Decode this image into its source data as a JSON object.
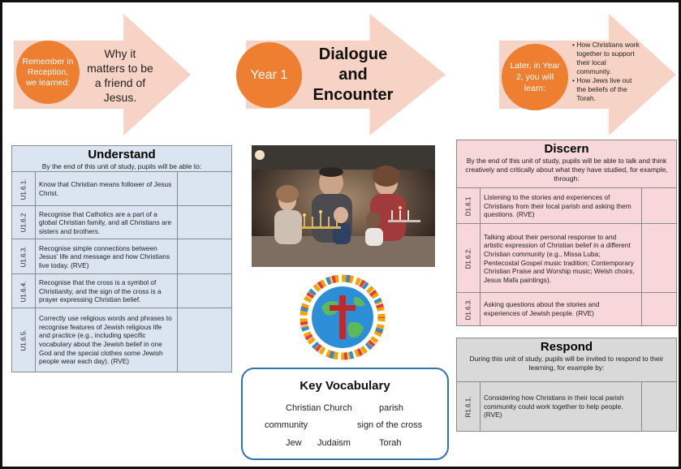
{
  "header": {
    "left": {
      "circle_text": "Remember in Reception, we learned:",
      "arrow_text": "Why it matters to be a friend of Jesus."
    },
    "center": {
      "circle_text": "Year 1",
      "title_line1": "Dialogue",
      "title_line2": "and",
      "title_line3": "Encounter"
    },
    "right": {
      "circle_text": "Later, in Year 2, you will learn:",
      "bullets": [
        "How Christians work together to support their local community.",
        "How Jews live out the beliefs of the Torah."
      ]
    }
  },
  "understand": {
    "title": "Understand",
    "intro": "By the end of this unit of study, pupils will be able to:",
    "rows": [
      {
        "code": "U1.6.1.",
        "text": "Know that Christian means follower of Jesus Christ."
      },
      {
        "code": "U1.6.2",
        "text": "Recognise that Catholics are a part of a global Christian family, and all Christians are sisters and brothers."
      },
      {
        "code": "U1.6.3.",
        "text": "Recognise simple connections between Jesus’ life and message and how Christians live today. (RVE)"
      },
      {
        "code": "U1.6.4.",
        "text": "Recognise that the cross is a symbol of Christianity, and the sign of the cross is a prayer expressing Christian belief."
      },
      {
        "code": "U1.6.5.",
        "text": "Correctly use religious words and phrases to recognise features of Jewish religious life and practice (e.g., including specific vocabulary about the Jewish belief in one God and the special clothes some Jewish people wear each day). (RVE)"
      }
    ]
  },
  "discern": {
    "title": "Discern",
    "intro": "By the end of this unit of study, pupils will be able to talk and think creatively and critically about what they have studied, for example, through:",
    "rows": [
      {
        "code": "D1.6.1",
        "text": "Listening to the stories and experiences of Christians from their local parish and asking them questions. (RVE)"
      },
      {
        "code": "D1.6.2.",
        "text": "Talking about their personal response to and artistic expression of Christian belief in a different Christian community (e.g., Missa Luba; Pentecostal Gospel music tradition; Contemporary Christian Praise and Worship music; Welsh choirs, Jesus Mafa paintings)."
      },
      {
        "code": "D1.6.3.",
        "text": "Asking questions about the stories and experiences of Jewish people. (RVE)"
      }
    ]
  },
  "respond": {
    "title": "Respond",
    "intro": "During this unit of study, pupils will be invited to respond to their learning, for example by:",
    "rows": [
      {
        "code": "R1.6.1.",
        "text": "Considering how Christians in their local parish community could work together to help people. (RVE)"
      }
    ]
  },
  "vocab": {
    "title": "Key Vocabulary",
    "words": [
      "Christian Church",
      "parish",
      "community",
      "sign of the cross",
      "Jew",
      "Judaism",
      "Torah"
    ]
  },
  "icons": {
    "photo": "family-lighting-menorah-photo",
    "globe": "children-around-globe-cross-icon"
  },
  "colors": {
    "accent_orange": "#ee7f31",
    "arrow_pink": "#f6d3c5",
    "understand_blue": "#dbe5f1",
    "discern_pink": "#f7d7da",
    "respond_grey": "#d9d9d9",
    "vocab_border": "#2e74b5"
  }
}
